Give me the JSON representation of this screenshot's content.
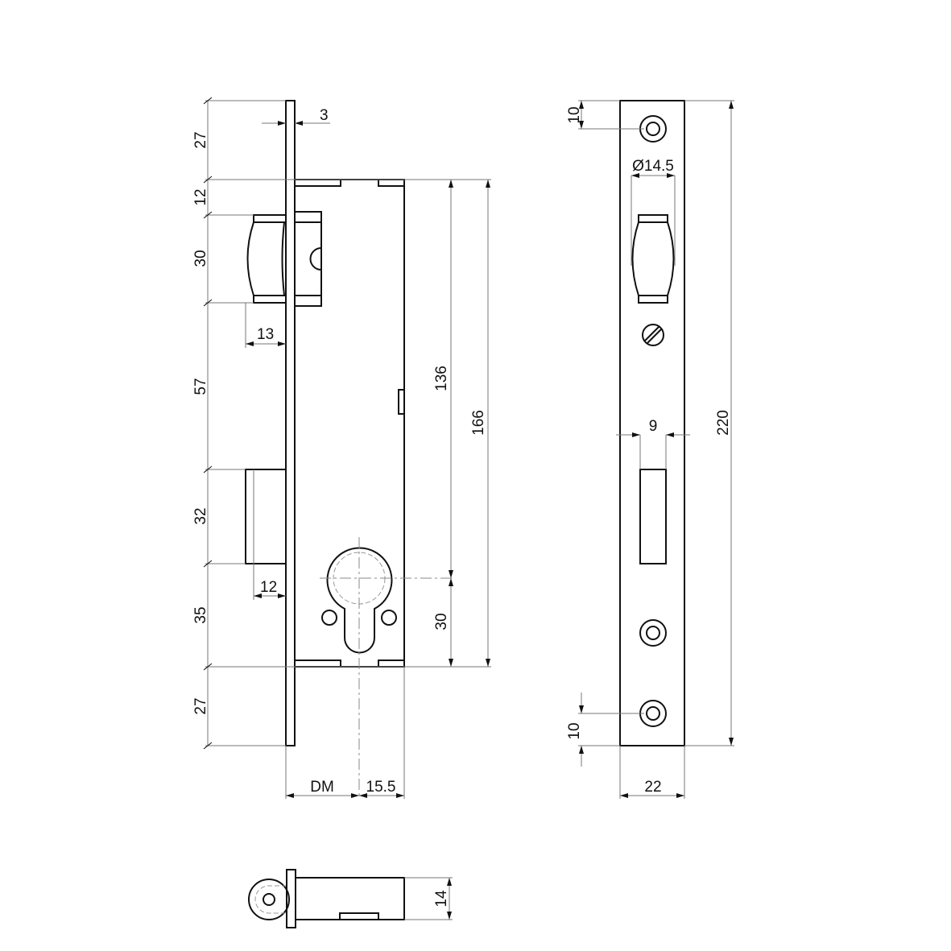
{
  "side_view": {
    "dims_left": [
      "27",
      "12",
      "30",
      "57",
      "32",
      "35",
      "27"
    ],
    "faceplate_thickness": "3",
    "latch_projection": "13",
    "bolt_projection": "12",
    "body_height": "136",
    "cylinder_offset": "30",
    "total_body": "166",
    "backset": "DM",
    "cylinder_to_back": "15.5"
  },
  "front_view": {
    "top_hole": "10",
    "bottom_hole": "10",
    "latch_width": "Ø14.5",
    "bolt_width": "9",
    "total_height": "220",
    "plate_width": "22"
  },
  "bottom_view": {
    "thickness": "14"
  },
  "colors": {
    "line": "#111111",
    "dimension": "#777777"
  }
}
